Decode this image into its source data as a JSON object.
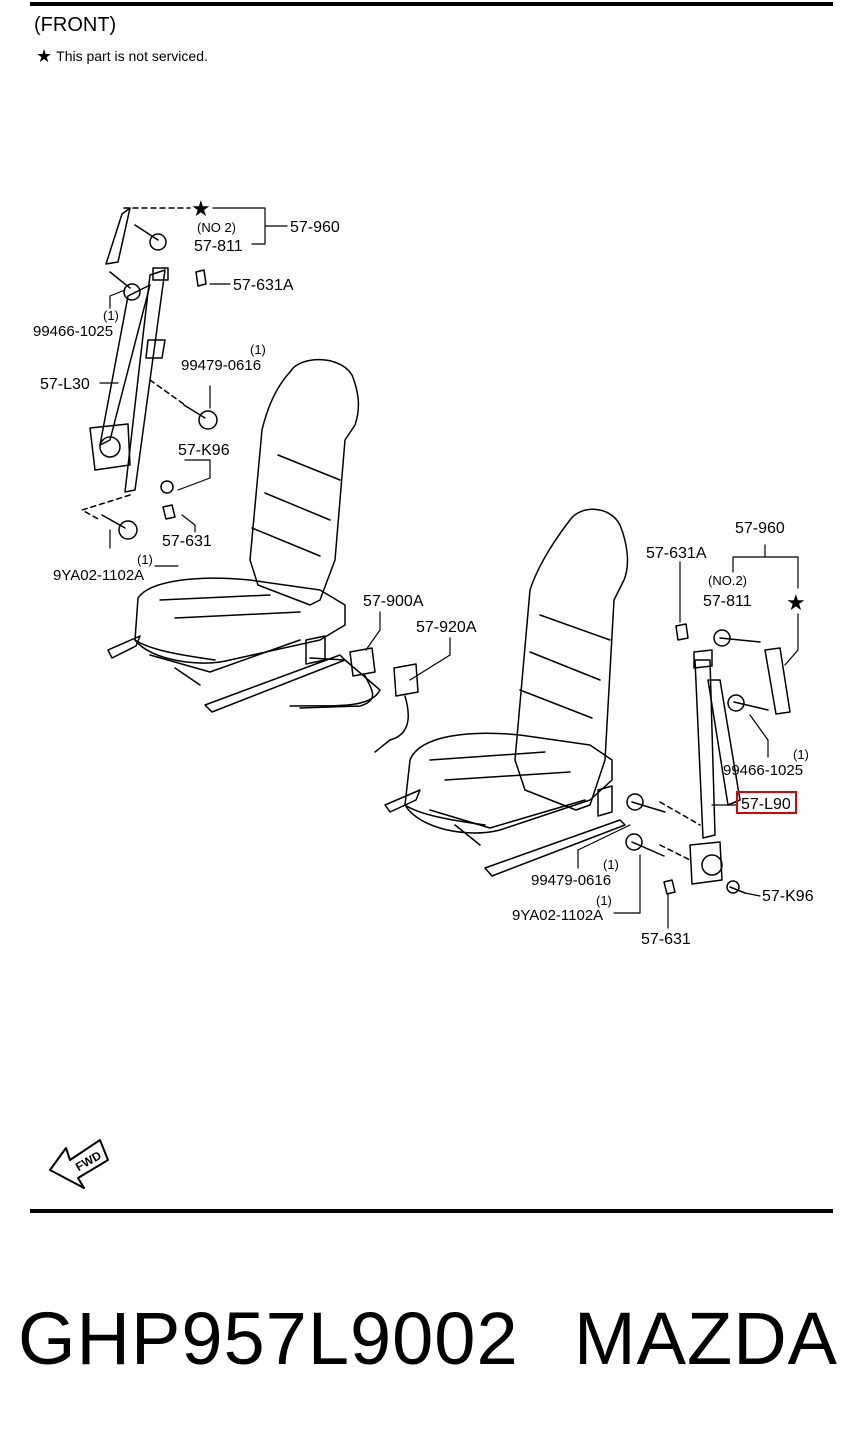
{
  "header": {
    "title": "(FRONT)",
    "star_symbol": "★",
    "note": "This part is not serviced."
  },
  "labels": {
    "left": {
      "no2": "(NO 2)",
      "p57_811": "57-811",
      "p57_960": "57-960",
      "p57_631A": "57-631A",
      "qty_99466": "(1)",
      "p99466": "99466-1025",
      "p57_L30": "57-L30",
      "qty_99479": "(1)",
      "p99479": "99479-0616",
      "p57_K96": "57-K96",
      "p57_631": "57-631",
      "qty_9YA02": "(1)",
      "p9YA02": "9YA02-1102A"
    },
    "center": {
      "p57_900A": "57-900A",
      "p57_920A": "57-920A"
    },
    "right": {
      "p57_960": "57-960",
      "p57_631A": "57-631A",
      "no2": "(NO.2)",
      "p57_811": "57-811",
      "qty_99466": "(1)",
      "p99466": "99466-1025",
      "p57_L90": "57-L90",
      "qty_99479": "(1)",
      "p99479": "99479-0616",
      "qty_9YA02": "(1)",
      "p9YA02": "9YA02-1102A",
      "p57_K96": "57-K96",
      "p57_631": "57-631"
    },
    "fwd": "FWD"
  },
  "highlight": {
    "part": "57-L90",
    "color": "#e00000"
  },
  "footer": {
    "part_number": "GHP957L9002",
    "brand": "MAZDA"
  }
}
